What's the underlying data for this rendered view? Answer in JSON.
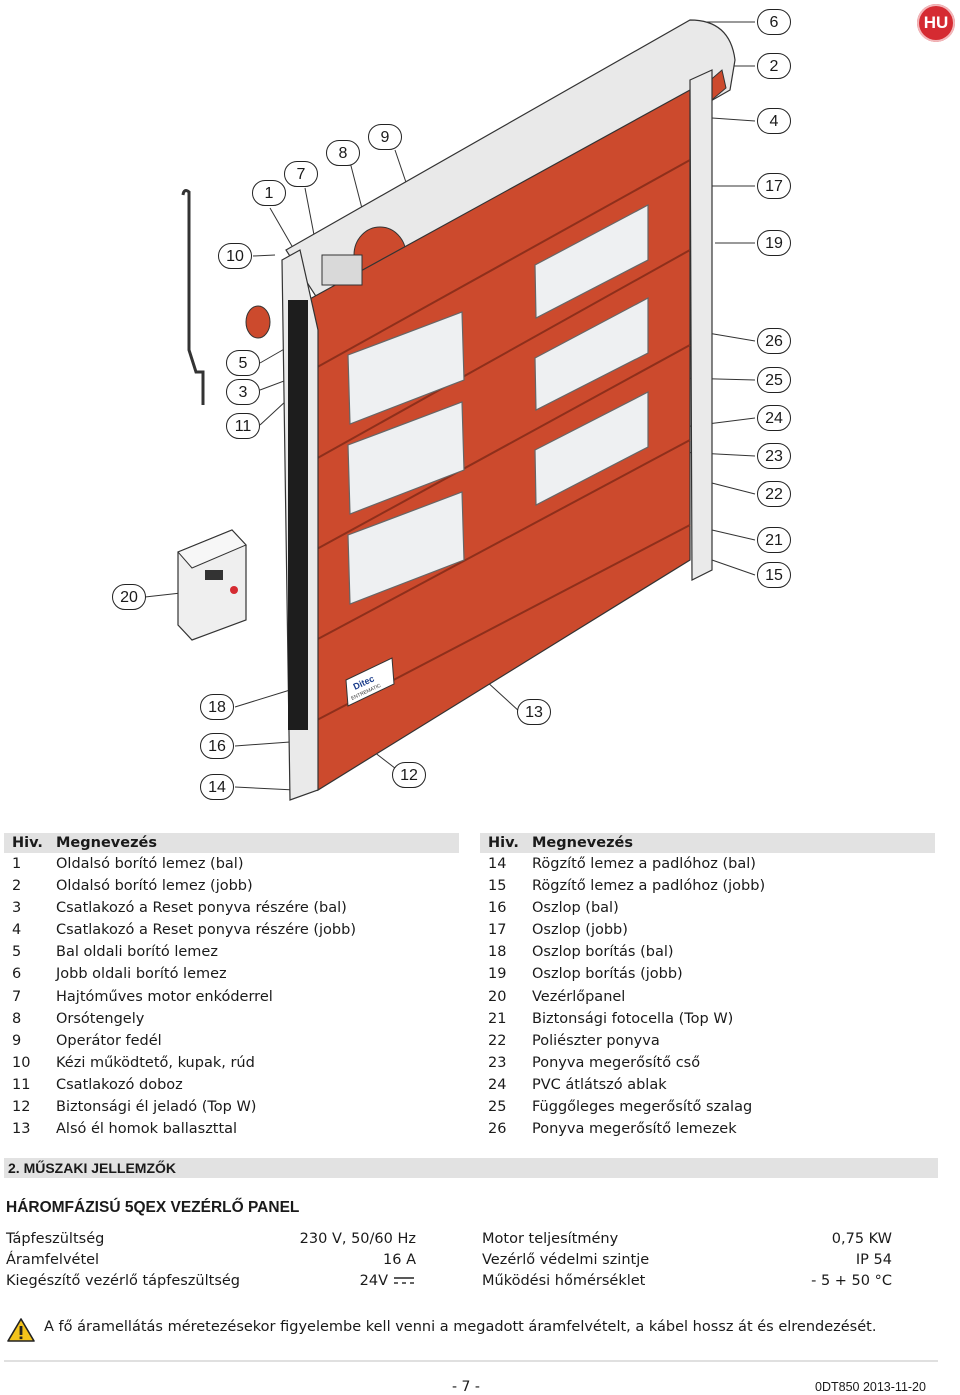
{
  "language_badge": "HU",
  "diagram": {
    "callouts": [
      "6",
      "2",
      "4",
      "17",
      "19",
      "26",
      "25",
      "24",
      "23",
      "22",
      "21",
      "15",
      "9",
      "8",
      "7",
      "1",
      "10",
      "5",
      "3",
      "11",
      "20",
      "18",
      "16",
      "14",
      "12",
      "13"
    ],
    "brand_label": "Ditec",
    "brand_sub": "ENTREMATIC"
  },
  "parts_table": {
    "header_num": "Hiv.",
    "header_name": "Megnevezés",
    "left": [
      {
        "num": "1",
        "name": "Oldalsó borító lemez (bal)"
      },
      {
        "num": "2",
        "name": "Oldalsó borító lemez (jobb)"
      },
      {
        "num": "3",
        "name": "Csatlakozó a Reset ponyva részére (bal)"
      },
      {
        "num": "4",
        "name": "Csatlakozó a Reset ponyva részére (jobb)"
      },
      {
        "num": "5",
        "name": "Bal oldali borító lemez"
      },
      {
        "num": "6",
        "name": "Jobb oldali borító lemez"
      },
      {
        "num": "7",
        "name": "Hajtóműves motor enkóderrel"
      },
      {
        "num": "8",
        "name": "Orsótengely"
      },
      {
        "num": "9",
        "name": "Operátor fedél"
      },
      {
        "num": "10",
        "name": "Kézi működtető, kupak, rúd"
      },
      {
        "num": "11",
        "name": "Csatlakozó doboz"
      },
      {
        "num": "12",
        "name": "Biztonsági él jeladó (Top W)"
      },
      {
        "num": "13",
        "name": "Alsó él homok ballaszttal"
      }
    ],
    "right": [
      {
        "num": "14",
        "name": "Rögzítő lemez a padlóhoz (bal)"
      },
      {
        "num": "15",
        "name": "Rögzítő lemez a padlóhoz (jobb)"
      },
      {
        "num": "16",
        "name": "Oszlop (bal)"
      },
      {
        "num": "17",
        "name": "Oszlop (jobb)"
      },
      {
        "num": "18",
        "name": "Oszlop borítás (bal)"
      },
      {
        "num": "19",
        "name": "Oszlop borítás (jobb)"
      },
      {
        "num": "20",
        "name": "Vezérlőpanel"
      },
      {
        "num": "21",
        "name": "Biztonsági fotocella (Top W)"
      },
      {
        "num": "22",
        "name": "Poliészter ponyva"
      },
      {
        "num": "23",
        "name": "Ponyva megerősítő cső"
      },
      {
        "num": "24",
        "name": "PVC átlátszó ablak"
      },
      {
        "num": "25",
        "name": "Függőleges megerősítő szalag"
      },
      {
        "num": "26",
        "name": "Ponyva megerősítő lemezek"
      }
    ]
  },
  "section": {
    "title": "2. MŰSZAKI JELLEMZŐK",
    "panel_title": "HÁROMFÁZISÚ 5QEX VEZÉRLŐ PANEL",
    "specs_left": [
      {
        "label": "Tápfeszültség",
        "value": "230 V, 50/60 Hz"
      },
      {
        "label": "Áramfelvétel",
        "value": "16 A"
      },
      {
        "label": "Kiegészítő vezérlő tápfeszültség",
        "value": "24V"
      }
    ],
    "specs_right": [
      {
        "label": "Motor teljesítmény",
        "value": "0,75 KW"
      },
      {
        "label": "Vezérlő védelmi szintje",
        "value": "IP 54"
      },
      {
        "label": "Működési hőmérséklet",
        "value": "- 5 + 50 °C"
      }
    ],
    "warning": "A fő áramellátás méretezésekor figyelembe kell venni a megadott áramfelvételt, a kábel hossz át és elrendezését."
  },
  "footer": {
    "page": "- 7 -",
    "doc_code": "0DT850  2013-11-20"
  },
  "colors": {
    "door": "#cc4a2d",
    "door_dark": "#a83a22",
    "badge": "#d52b32",
    "table_header": "#e2e2e2"
  }
}
